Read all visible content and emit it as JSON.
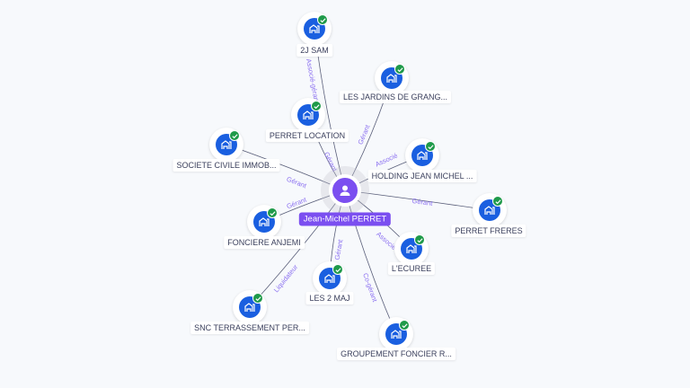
{
  "center": {
    "name": "Jean-Michel PERRET",
    "icon": "person-icon"
  },
  "nodes": [
    {
      "label": "2J SAM",
      "relation": "Associé-gérant"
    },
    {
      "label": "LES JARDINS DE GRANG...",
      "relation": "Gérant"
    },
    {
      "label": "PERRET LOCATION",
      "relation": "Gérant"
    },
    {
      "label": "SOCIETE CIVILE IMMOB...",
      "relation": "Gérant"
    },
    {
      "label": "HOLDING JEAN MICHEL ...",
      "relation": "Associé"
    },
    {
      "label": "PERRET FRERES",
      "relation": "Gérant"
    },
    {
      "label": "FONCIERE ANJEMI",
      "relation": "Gérant"
    },
    {
      "label": "L'ECUREE",
      "relation": "Associé"
    },
    {
      "label": "LES 2 MAJ",
      "relation": "Gérant"
    },
    {
      "label": "SNC TERRASSEMENT PER...",
      "relation": "Liquidateur"
    },
    {
      "label": "GROUPEMENT FONCIER R...",
      "relation": "Co-gérant"
    }
  ],
  "colors": {
    "accent": "#7b4ff0",
    "company": "#1a5fe0",
    "verified": "#1f9a4a"
  }
}
